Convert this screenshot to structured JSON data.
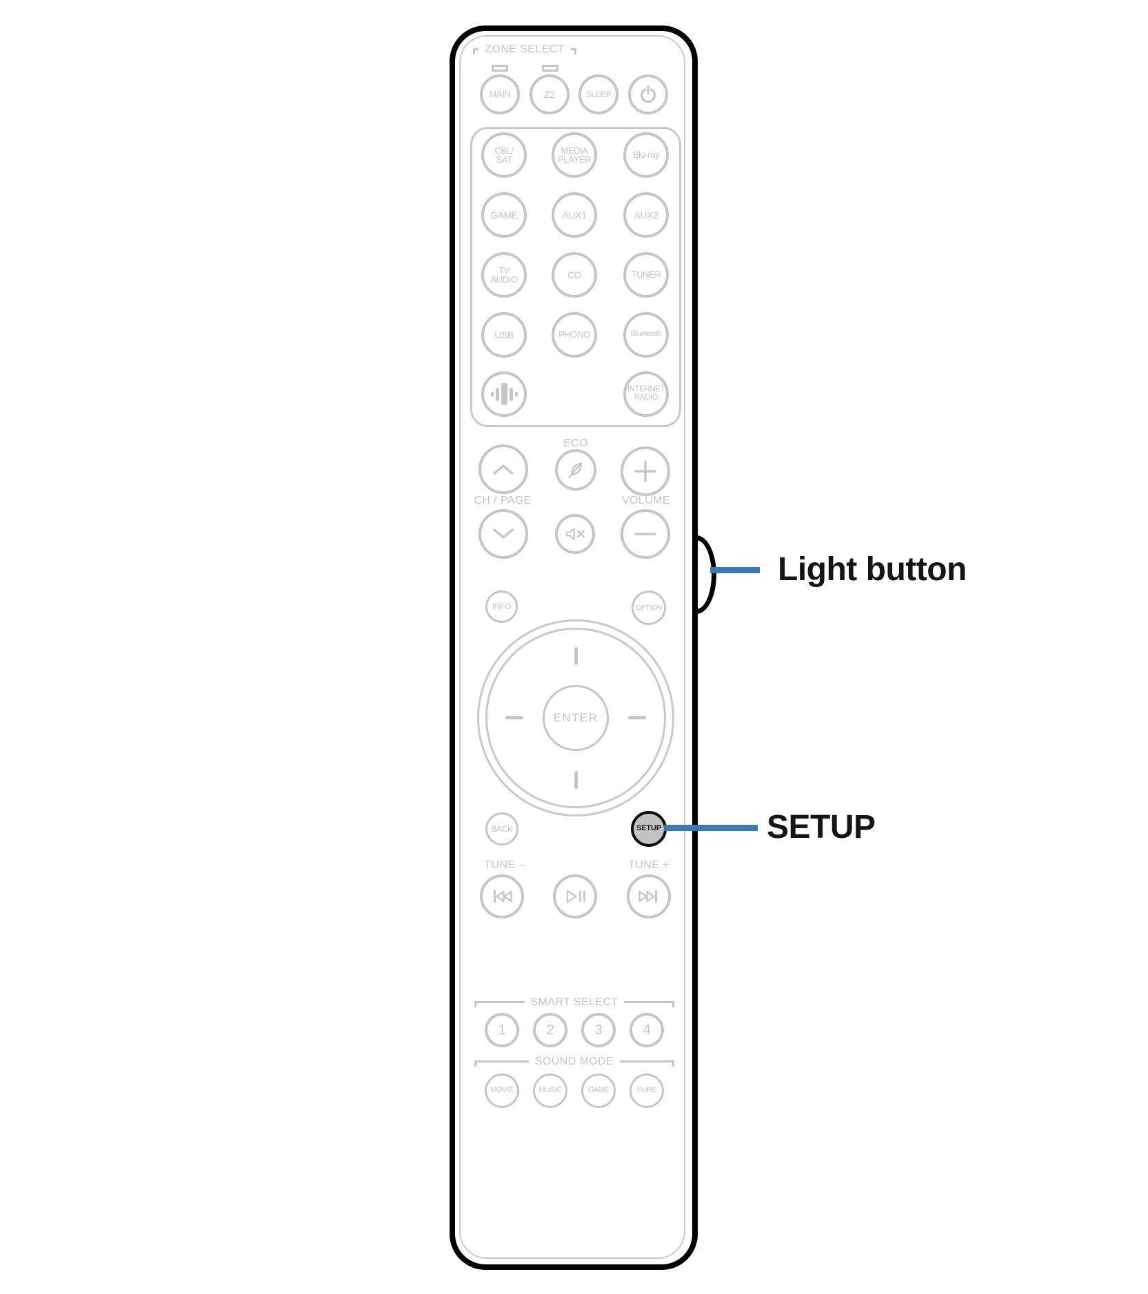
{
  "colors": {
    "accent_blue": "#3D79B5",
    "outline_gray": "#C6C6C6",
    "setup_button_fill": "#C2C2C2",
    "body_border": "#000000"
  },
  "callouts": {
    "light_button": "Light button",
    "setup": "SETUP"
  },
  "remote": {
    "zone_select": {
      "label": "ZONE SELECT",
      "main": "MAIN",
      "z2": "Z2",
      "sleep": "SLEEP"
    },
    "sources": {
      "cbl_sat": "CBL/\nSAT",
      "media_player": "MEDIA\nPLAYER",
      "blu_ray": "Blu-ray",
      "game": "GAME",
      "aux1": "AUX1",
      "aux2": "AUX2",
      "tv_audio": "TV\nAUDIO",
      "cd": "CD",
      "tuner": "TUNER",
      "usb": "USB",
      "phono": "PHONO",
      "bluetooth": "Bluetooth",
      "internet_radio": "INTERNET\nRADIO"
    },
    "volume_cluster": {
      "eco_label": "ECO",
      "ch_page_label": "CH / PAGE",
      "volume_label": "VOLUME"
    },
    "center_cluster": {
      "info": "INFO",
      "option": "OPTION",
      "enter": "ENTER",
      "back": "BACK",
      "setup": "SETUP"
    },
    "tuner_row": {
      "tune_minus": "TUNE –",
      "tune_plus": "TUNE +"
    },
    "smart_select": {
      "label": "SMART SELECT",
      "buttons": [
        "1",
        "2",
        "3",
        "4"
      ]
    },
    "sound_mode": {
      "label": "SOUND MODE",
      "buttons": [
        "MOVIE",
        "MUSIC",
        "GAME",
        "PURE"
      ]
    },
    "icons": {
      "power": "power-icon",
      "heos": "heos-icon",
      "eco": "leaf-icon",
      "channel_up": "chevron-up-icon",
      "channel_down": "chevron-down-icon",
      "volume_up": "plus-icon",
      "volume_down": "minus-icon",
      "mute": "mute-icon",
      "skip_back": "skip-back-icon",
      "play_pause": "play-pause-icon",
      "skip_forward": "skip-forward-icon",
      "light": "light-bump"
    }
  }
}
